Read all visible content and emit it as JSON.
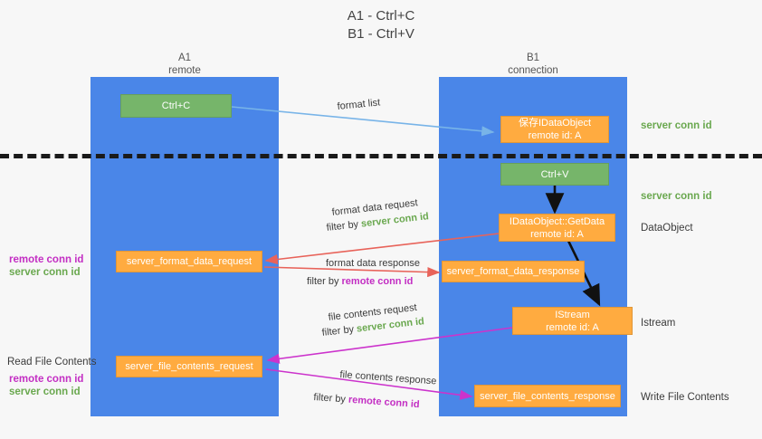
{
  "title": {
    "line1": "A1 - Ctrl+C",
    "line2": "B1 - Ctrl+V"
  },
  "lanes": [
    {
      "name": "A1",
      "sub": "remote"
    },
    {
      "name": "B1",
      "sub": "connection"
    }
  ],
  "nodes": {
    "ctrl_c": {
      "label": "Ctrl+C"
    },
    "ctrl_v": {
      "label": "Ctrl+V"
    },
    "idataobject_store": {
      "line1": "保存IDataObject",
      "line2": "remote id: A"
    },
    "idataobject_getdata": {
      "line1": "IDataObject::GetData",
      "line2": "remote id: A"
    },
    "istream": {
      "line1": "IStream",
      "line2": "remote id: A"
    },
    "server_format_data_request": {
      "label": "server_format_data_request"
    },
    "server_format_data_response": {
      "label": "server_format_data_response"
    },
    "server_file_contents_request": {
      "label": "server_file_contents_request"
    },
    "server_file_contents_response": {
      "label": "server_file_contents_response"
    }
  },
  "edge_labels": {
    "format_list": "format list",
    "format_data_request": "format data request",
    "format_data_request_filter_prefix": "filter by ",
    "format_data_request_filter_key": "server conn id",
    "format_data_response": "format data response",
    "format_data_response_filter_prefix": "filter by ",
    "format_data_response_filter_key": "remote conn id",
    "file_contents_request": "file contents request",
    "file_contents_request_filter_prefix": "filter by ",
    "file_contents_request_filter_key": "server conn id",
    "file_contents_response": "file contents response",
    "file_contents_response_filter_prefix": "filter by ",
    "file_contents_response_filter_key": "remote conn id"
  },
  "side_labels": {
    "right_server_conn_top": "server conn id",
    "right_server_conn_mid": "server conn id",
    "right_dataobject": "DataObject",
    "right_istream": "Istream",
    "right_write_file_contents": "Write File Contents",
    "left_remote_conn_1": "remote conn id",
    "left_server_conn_1": "server conn id",
    "left_read_file_contents": "Read File Contents",
    "left_remote_conn_2": "remote conn id",
    "left_server_conn_2": "server conn id"
  },
  "colors": {
    "lane": "#4a86e8",
    "node_orange": "#ffab40",
    "node_green": "#76b56a",
    "green_text": "#6aa84f",
    "magenta_text": "#c32ec3",
    "arrow_blue": "#78b4e8",
    "arrow_red": "#e8635a",
    "arrow_magenta": "#cc33cc",
    "arrow_black": "#111111",
    "background": "#f7f7f7"
  }
}
